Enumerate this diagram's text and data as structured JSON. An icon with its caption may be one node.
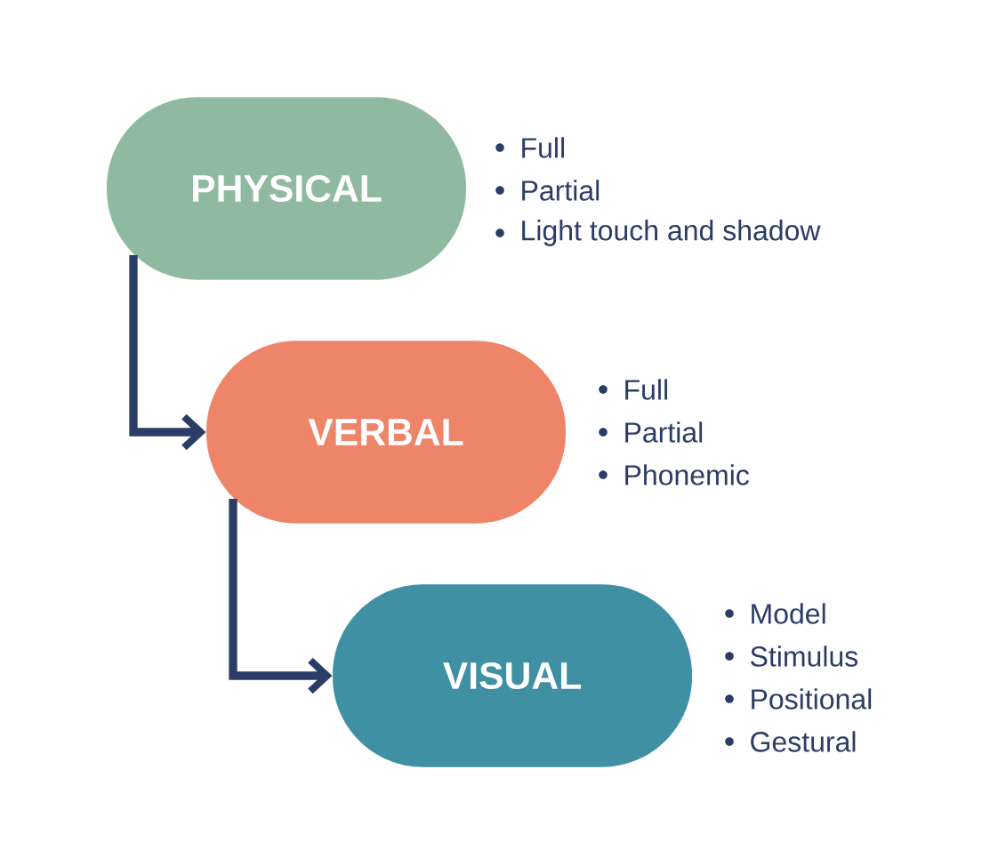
{
  "diagram": {
    "nodes": [
      {
        "text": [
          "PHYSICAL"
        ],
        "beside": [
          "Full",
          "Partial",
          "Light touch and shadow"
        ]
      },
      {
        "text": [
          "VERBAL"
        ],
        "beside": [
          "Full",
          "Partial",
          "Phonemic"
        ]
      },
      {
        "text": [
          "VISUAL"
        ],
        "beside": [
          "Model",
          "Stimulus",
          "Positional",
          "Gestural"
        ]
      }
    ],
    "edges": [
      {
        "from": 0,
        "to": 1,
        "arrow": "to"
      },
      {
        "from": 1,
        "to": 2,
        "arrow": "to"
      }
    ]
  }
}
